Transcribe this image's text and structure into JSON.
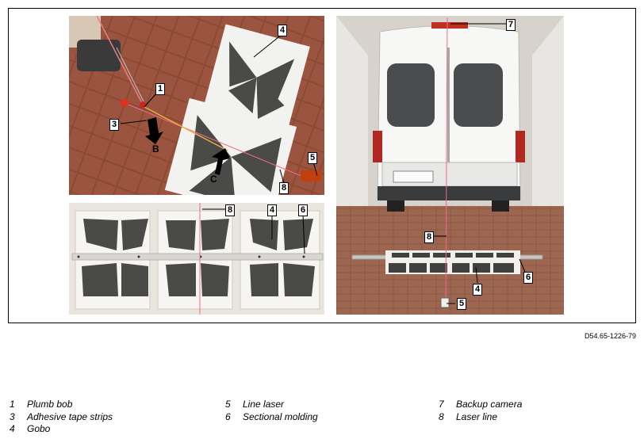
{
  "figure": {
    "reference": "D54.65-1226-79",
    "callouts": {
      "c1": "1",
      "c3": "3",
      "c4a": "4",
      "c5a": "5",
      "c8a": "8",
      "c8b": "8",
      "c4b": "4",
      "c6a": "6",
      "c7": "7",
      "c8c": "8",
      "c4c": "4",
      "c6b": "6",
      "c5b": "5"
    },
    "letters": {
      "b": "B",
      "c": "C"
    }
  },
  "legend": {
    "col1": [
      {
        "num": "1",
        "text": "Plumb bob"
      },
      {
        "num": "3",
        "text": "Adhesive tape strips"
      },
      {
        "num": "4",
        "text": "Gobo"
      }
    ],
    "col2": [
      {
        "num": "5",
        "text": "Line laser"
      },
      {
        "num": "6",
        "text": "Sectional molding"
      }
    ],
    "col3": [
      {
        "num": "7",
        "text": "Backup camera"
      },
      {
        "num": "8",
        "text": "Laser line"
      }
    ]
  }
}
